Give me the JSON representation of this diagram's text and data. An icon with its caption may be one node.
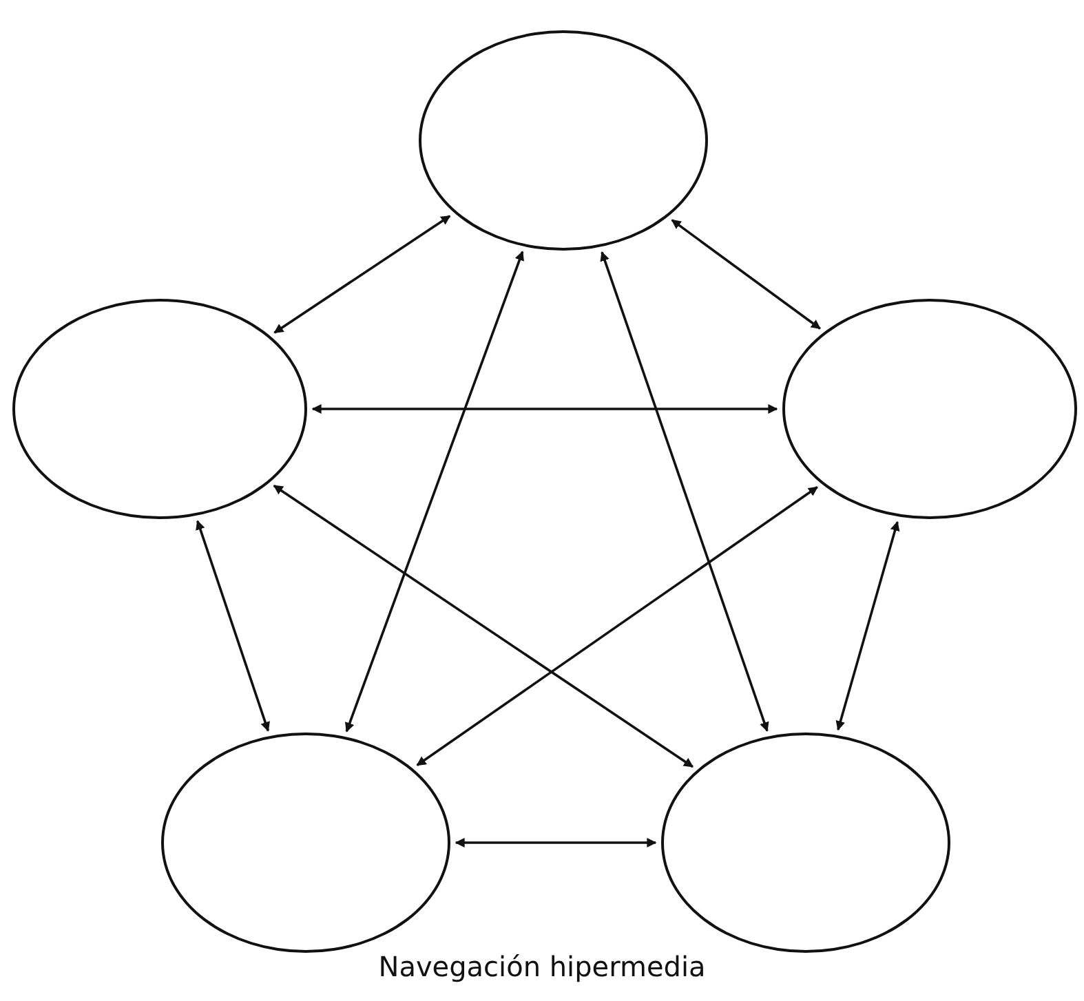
{
  "diagram": {
    "caption": "Navegación hipermedia",
    "nodes": [
      {
        "text": [],
        "shape": "ellipse"
      },
      {
        "text": [],
        "shape": "ellipse"
      },
      {
        "text": [],
        "shape": "ellipse"
      },
      {
        "text": [],
        "shape": "ellipse"
      },
      {
        "text": [],
        "shape": "ellipse"
      }
    ],
    "edges": [
      {
        "from": 0,
        "to": 1,
        "arrow": "both"
      },
      {
        "from": 0,
        "to": 2,
        "arrow": "both"
      },
      {
        "from": 1,
        "to": 2,
        "arrow": "both"
      },
      {
        "from": 0,
        "to": 3,
        "arrow": "both"
      },
      {
        "from": 0,
        "to": 4,
        "arrow": "both"
      },
      {
        "from": 1,
        "to": 3,
        "arrow": "both"
      },
      {
        "from": 1,
        "to": 4,
        "arrow": "both"
      },
      {
        "from": 2,
        "to": 3,
        "arrow": "both"
      },
      {
        "from": 2,
        "to": 4,
        "arrow": "both"
      },
      {
        "from": 3,
        "to": 4,
        "arrow": "both"
      }
    ]
  }
}
